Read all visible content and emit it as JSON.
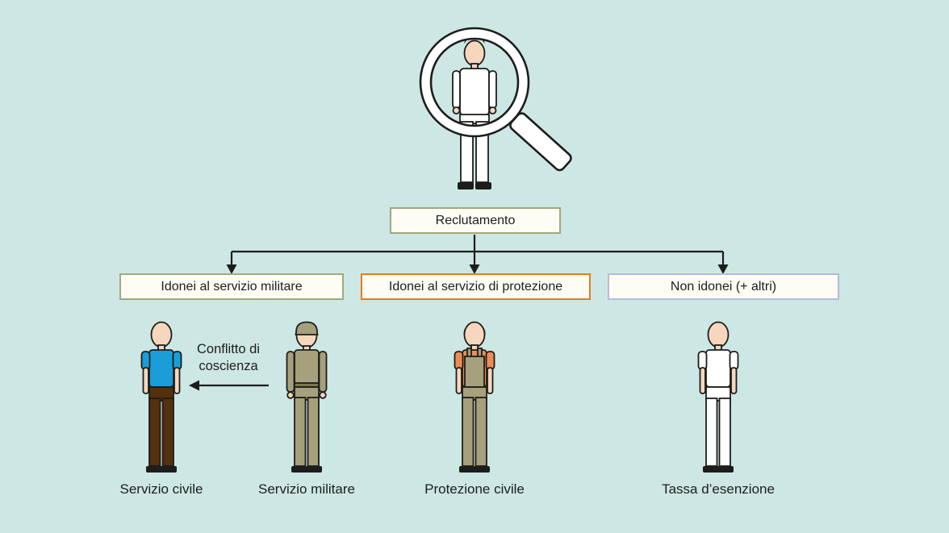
{
  "colors": {
    "bg": "#cde8e4",
    "ink": "#1d1d1b",
    "box-fill": "#fdfdf6",
    "border-olive": "#a3a87c",
    "border-orange": "#e87b1a",
    "border-lavender": "#b8badb",
    "skin": "#f6d7bd",
    "blue": "#1a9dd9",
    "brown": "#53300e",
    "olive": "#a6a07c",
    "olive-dark": "#7d774f",
    "orange-shirt": "#ec8c55",
    "white-cloth": "#ffffff",
    "gray-hair": "#e3e2da"
  },
  "root": {
    "label": "Reclutamento"
  },
  "branches": [
    {
      "id": "idonei-militare",
      "label": "Idonei al servizio militare"
    },
    {
      "id": "idonei-protezione",
      "label": "Idonei al servizio di protezione"
    },
    {
      "id": "non-idonei",
      "label": "Non idonei (+ altri)"
    }
  ],
  "conflict": {
    "label_line1": "Conflitto di",
    "label_line2": "coscienza"
  },
  "figures": [
    {
      "id": "servizio-civile",
      "label": "Servizio civile"
    },
    {
      "id": "servizio-militare",
      "label": "Servizio militare"
    },
    {
      "id": "protezione-civile",
      "label": "Protezione civile"
    },
    {
      "id": "tassa-esenzione",
      "label": "Tassa d’esenzione"
    }
  ]
}
